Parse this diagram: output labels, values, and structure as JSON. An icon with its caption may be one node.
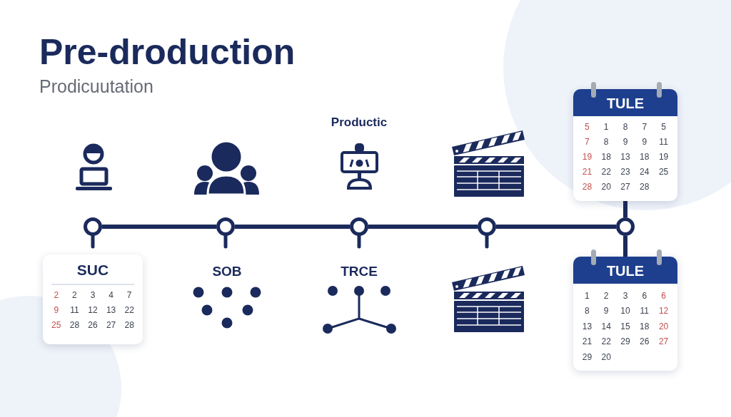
{
  "diagram": {
    "title": "Pre-droduction",
    "nodes": [
      {
        "text": [
          "TULE",
          "5",
          "1",
          "8",
          "7",
          "5",
          "7",
          "8",
          "9",
          "9",
          "11",
          "19",
          "18",
          "13",
          "18",
          "19",
          "21",
          "22",
          "23",
          "24",
          "25",
          "28",
          "20",
          "27",
          "28"
        ]
      },
      {
        "text": [],
        "shape": "circle"
      },
      {
        "text": [],
        "shape": "circle"
      },
      {
        "text": [],
        "shape": "circle"
      },
      {
        "text": [],
        "shape": "circle"
      },
      {
        "text": [],
        "shape": "circle"
      },
      {
        "text": [
          "SUC",
          "2",
          "2",
          "3",
          "4",
          "7",
          "9",
          "11",
          "12",
          "13",
          "22",
          "25",
          "28",
          "26",
          "27",
          "28"
        ]
      },
      {
        "text": [
          "TULE",
          "1",
          "2",
          "3",
          "6",
          "6",
          "8",
          "9",
          "10",
          "11",
          "12",
          "13",
          "14",
          "15",
          "18",
          "20",
          "21",
          "22",
          "29",
          "26",
          "27",
          "29",
          "20"
        ]
      }
    ],
    "edges": [
      {
        "from": 1,
        "to": 2,
        "arrow": "none"
      },
      {
        "from": 2,
        "to": 3,
        "arrow": "none"
      },
      {
        "from": 3,
        "to": 4,
        "arrow": "none"
      },
      {
        "from": 4,
        "to": 5,
        "arrow": "none"
      },
      {
        "from": 5,
        "to": 0,
        "arrow": "none"
      },
      {
        "from": 5,
        "to": 7,
        "arrow": "none"
      }
    ],
    "labels": [
      "Prodicuutation",
      "Productic",
      "SOB",
      "TRCE"
    ]
  }
}
